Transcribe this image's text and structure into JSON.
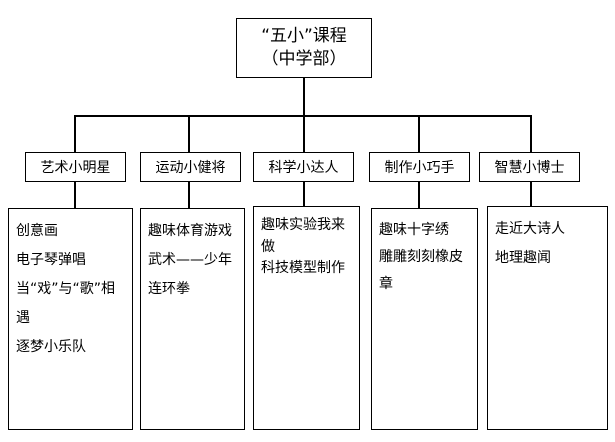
{
  "diagram": {
    "type": "organization-tree",
    "title_box": {
      "lines": [
        "“五小”课程",
        "（中学部）"
      ]
    },
    "colors": {
      "background": "#ffffff",
      "line": "#000000",
      "text": "#000000"
    },
    "branches": [
      {
        "header": "艺术小明星",
        "items": [
          "创意画",
          "电子琴弹唱",
          "当“戏”与“歌”相遇",
          "逐梦小乐队"
        ]
      },
      {
        "header": "运动小健将",
        "items": [
          "趣味体育游戏",
          "武术——少年连环拳"
        ]
      },
      {
        "header": "科学小达人",
        "items": [
          "趣味实验我来做",
          "科技模型制作"
        ]
      },
      {
        "header": "制作小巧手",
        "items": [
          "趣味十字绣",
          "雕雕刻刻橡皮章"
        ]
      },
      {
        "header": "智慧小博士",
        "items": [
          "走近大诗人",
          "地理趣闻"
        ]
      }
    ]
  }
}
